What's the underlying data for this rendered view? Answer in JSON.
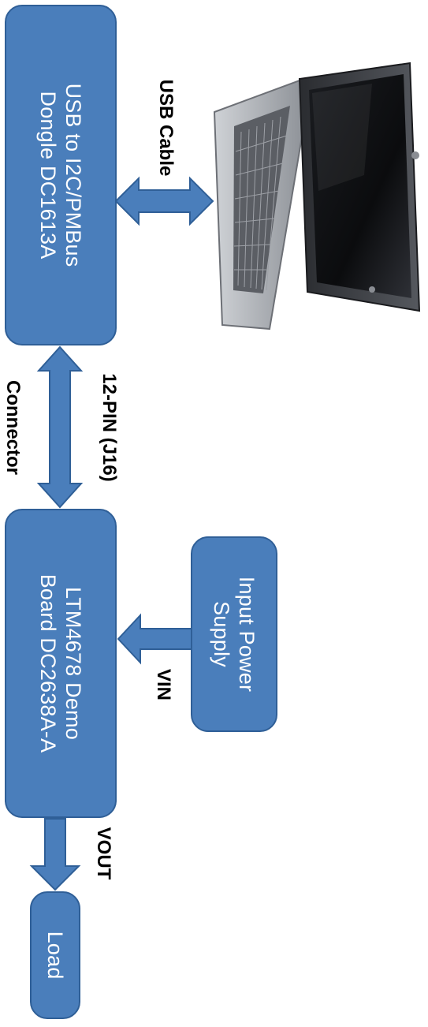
{
  "colors": {
    "box_fill": "#4a7ebb",
    "box_border": "#2f5f97",
    "arrow_fill": "#4a7ebb",
    "label_text": "#000000",
    "box_text": "#ffffff"
  },
  "boxes": {
    "dongle": {
      "line1": "USB to I2C/PMBus",
      "line2": "Dongle DC1613A"
    },
    "demo_board": {
      "line1": "LTM4678 Demo",
      "line2": "Board DC2638A-A"
    },
    "power_supply": {
      "line1": "Input Power",
      "line2": "Supply"
    },
    "load": {
      "line1": "Load"
    }
  },
  "labels": {
    "usb_cable": "USB Cable",
    "connector_line1": "12-PIN (J16)",
    "connector_line2": "Connector",
    "vin": "VIN",
    "vout": "VOUT"
  },
  "icons": {
    "computer": "laptop-icon"
  }
}
